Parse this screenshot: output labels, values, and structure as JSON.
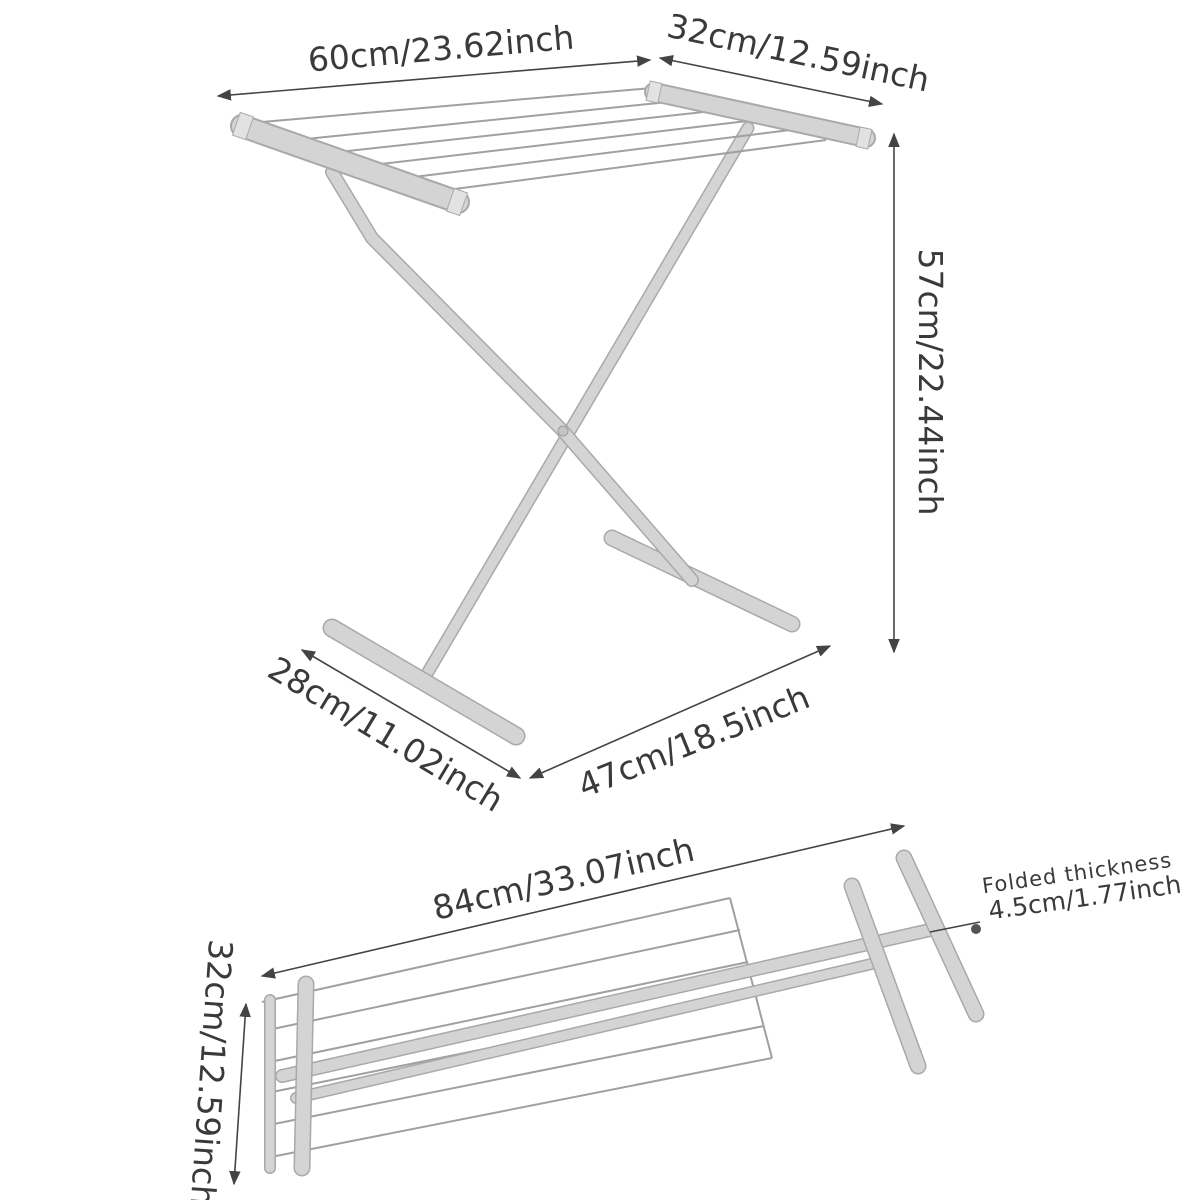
{
  "dimensions": {
    "width": "60cm/23.62inch",
    "depth_top": "32cm/12.59inch",
    "height": "57cm/22.44inch",
    "depth_base": "28cm/11.02inch",
    "base_span": "47cm/18.5inch",
    "folded_length": "84cm/33.07inch",
    "folded_width": "32cm/12.59inch"
  },
  "folded_note": {
    "line1": "Folded thickness",
    "line2": "4.5cm/1.77inch"
  },
  "colors": {
    "frame": "#d4d4d4",
    "frame_edge": "#a9a9a9",
    "text": "#3a3a3a",
    "line": "#444444"
  }
}
